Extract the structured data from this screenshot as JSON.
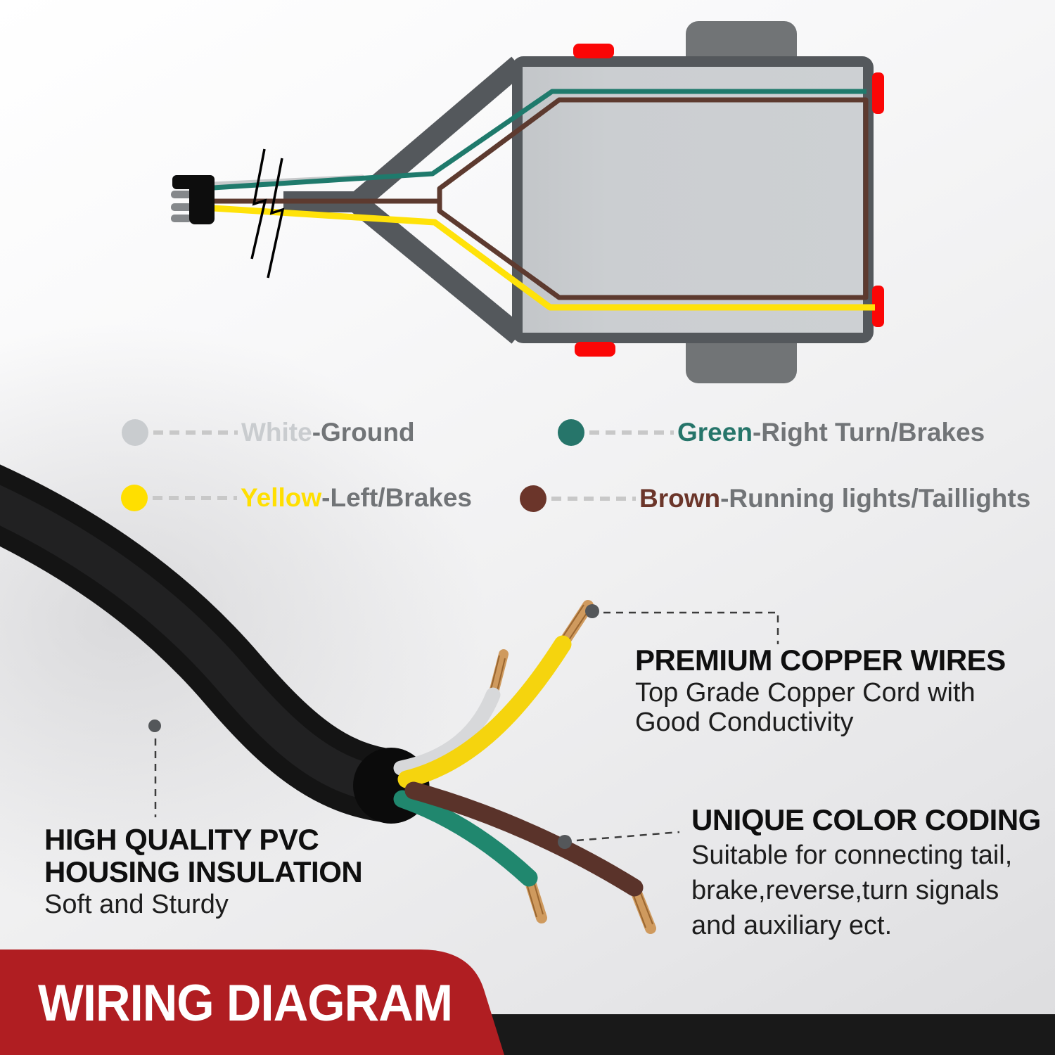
{
  "colors": {
    "frame_gray": "#54585c",
    "body_fill": "#cbced1",
    "body_fill_dark": "#c2c5c8",
    "wheel_gray": "#717476",
    "marker_red": "#fb0606",
    "wire_white": "#c7c9cb",
    "wire_green": "#1f7a6c",
    "wire_brown": "#5d3a2f",
    "wire_yellow": "#ffe209",
    "cable_black": "#141414",
    "cable_sheen": "#2e2e30",
    "ferrule_black": "#0b0b0b",
    "strand_white": "#d7d8da",
    "strand_yellow": "#f5d40e",
    "strand_green": "#20876e",
    "strand_brown": "#5a332a",
    "copper": "#cf9a5e",
    "copper_dark": "#9a6630",
    "dot_gray": "#54575a",
    "dash_dark": "#3c3c3c",
    "legend_dash": "#c8c8c8",
    "banner_red": "#b01e22",
    "band_black": "#191919",
    "text_gray": "#717477",
    "break_black": "#000000",
    "pin_gray": "#85888b",
    "connector_black": "#0d0d0d"
  },
  "legend": {
    "items": [
      {
        "word": "White",
        "rest": "-Ground",
        "color": "#c9cccf"
      },
      {
        "word": "Green",
        "rest": "-Right Turn/Brakes",
        "color": "#26756a"
      },
      {
        "word": "Yellow",
        "rest": "-Left/Brakes",
        "color": "#ffdf00"
      },
      {
        "word": "Brown",
        "rest": "-Running lights/Taillights",
        "color": "#6b352a"
      }
    ]
  },
  "callouts": {
    "premium": {
      "title": "PREMIUM COPPER WIRES",
      "lines": [
        "Top Grade Copper Cord with",
        "Good Conductivity"
      ]
    },
    "unique": {
      "title": "UNIQUE COLOR CODING",
      "lines": [
        "Suitable for connecting tail,",
        "brake,reverse,turn signals",
        "and auxiliary ect."
      ]
    },
    "pvc": {
      "title_lines": [
        "HIGH QUALITY PVC",
        "HOUSING INSULATION"
      ],
      "line": "Soft and Sturdy"
    }
  },
  "banner": {
    "label": "WIRING DIAGRAM"
  }
}
